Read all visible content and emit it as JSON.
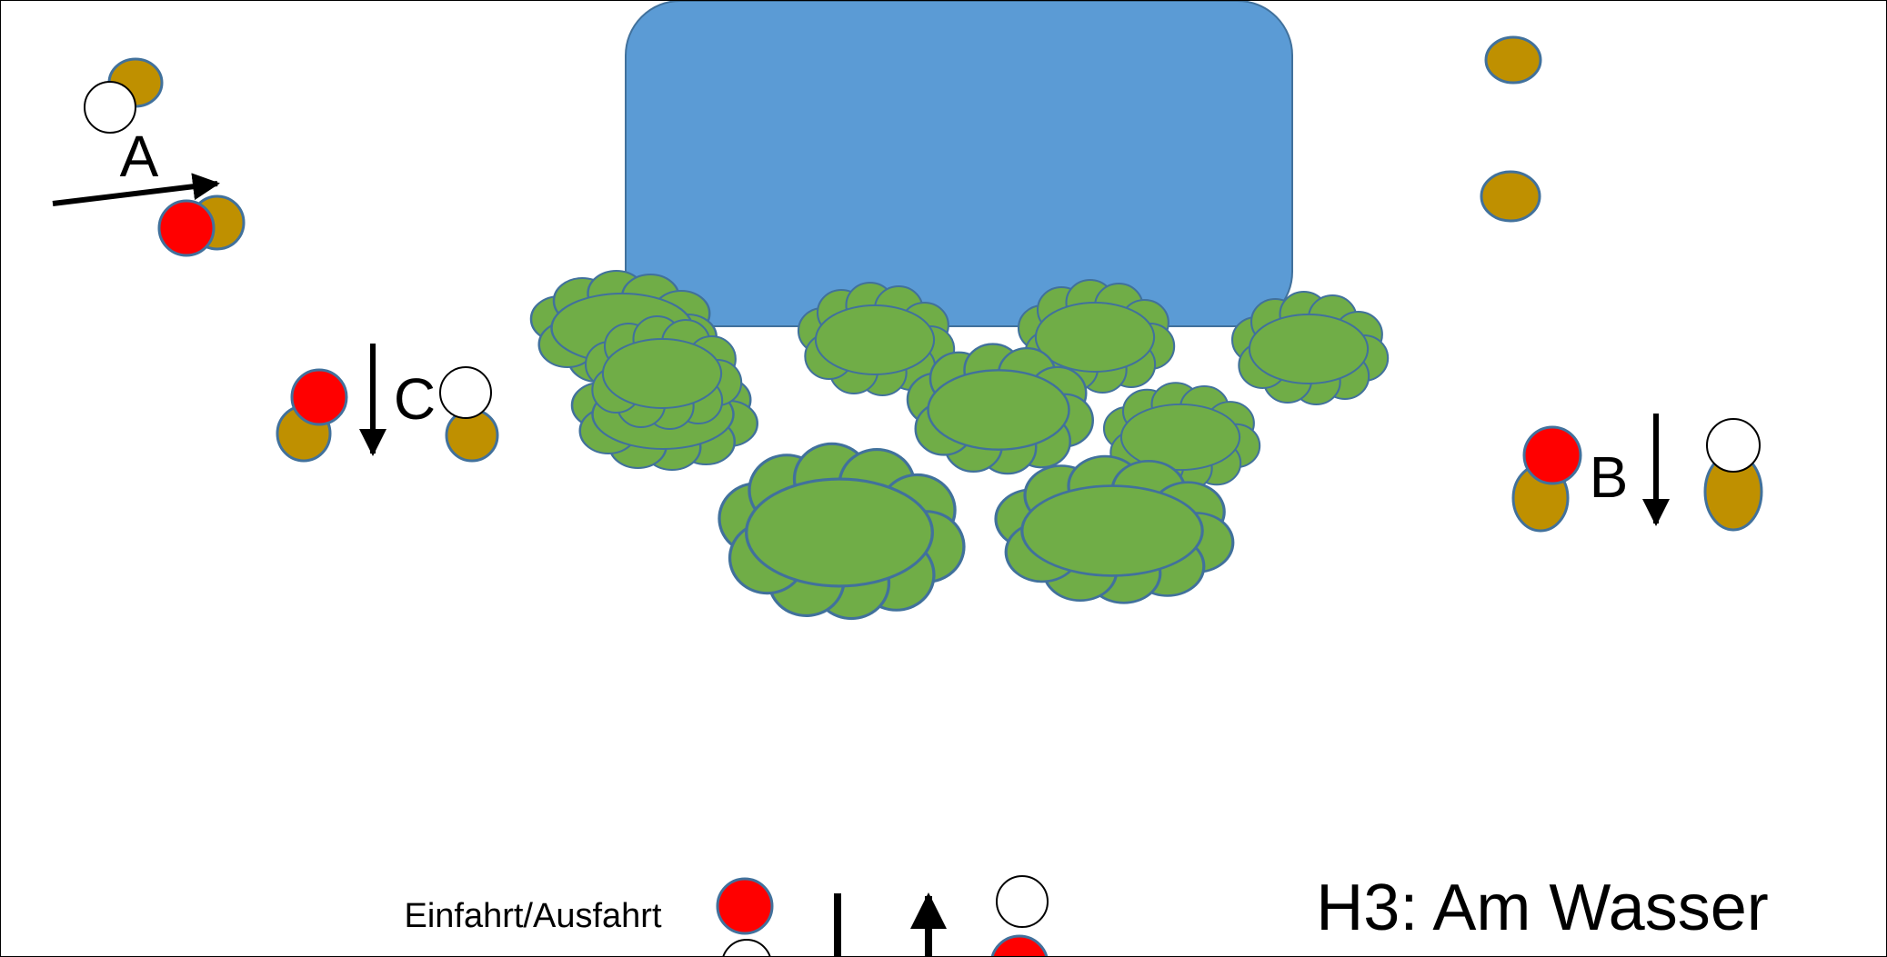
{
  "title": "H3: Am Wasser",
  "labels": {
    "a": "A",
    "b": "B",
    "c": "C",
    "entrance": "Einfahrt/Ausfahrt"
  },
  "colors": {
    "water": "#5b9bd5",
    "water_stroke": "#41719c",
    "bush": "#70ad47",
    "bush_stroke": "#41719c",
    "marker_brown": "#bf9000",
    "marker_red": "#ff0000",
    "marker_white": "#ffffff",
    "stroke": "#41719c"
  }
}
